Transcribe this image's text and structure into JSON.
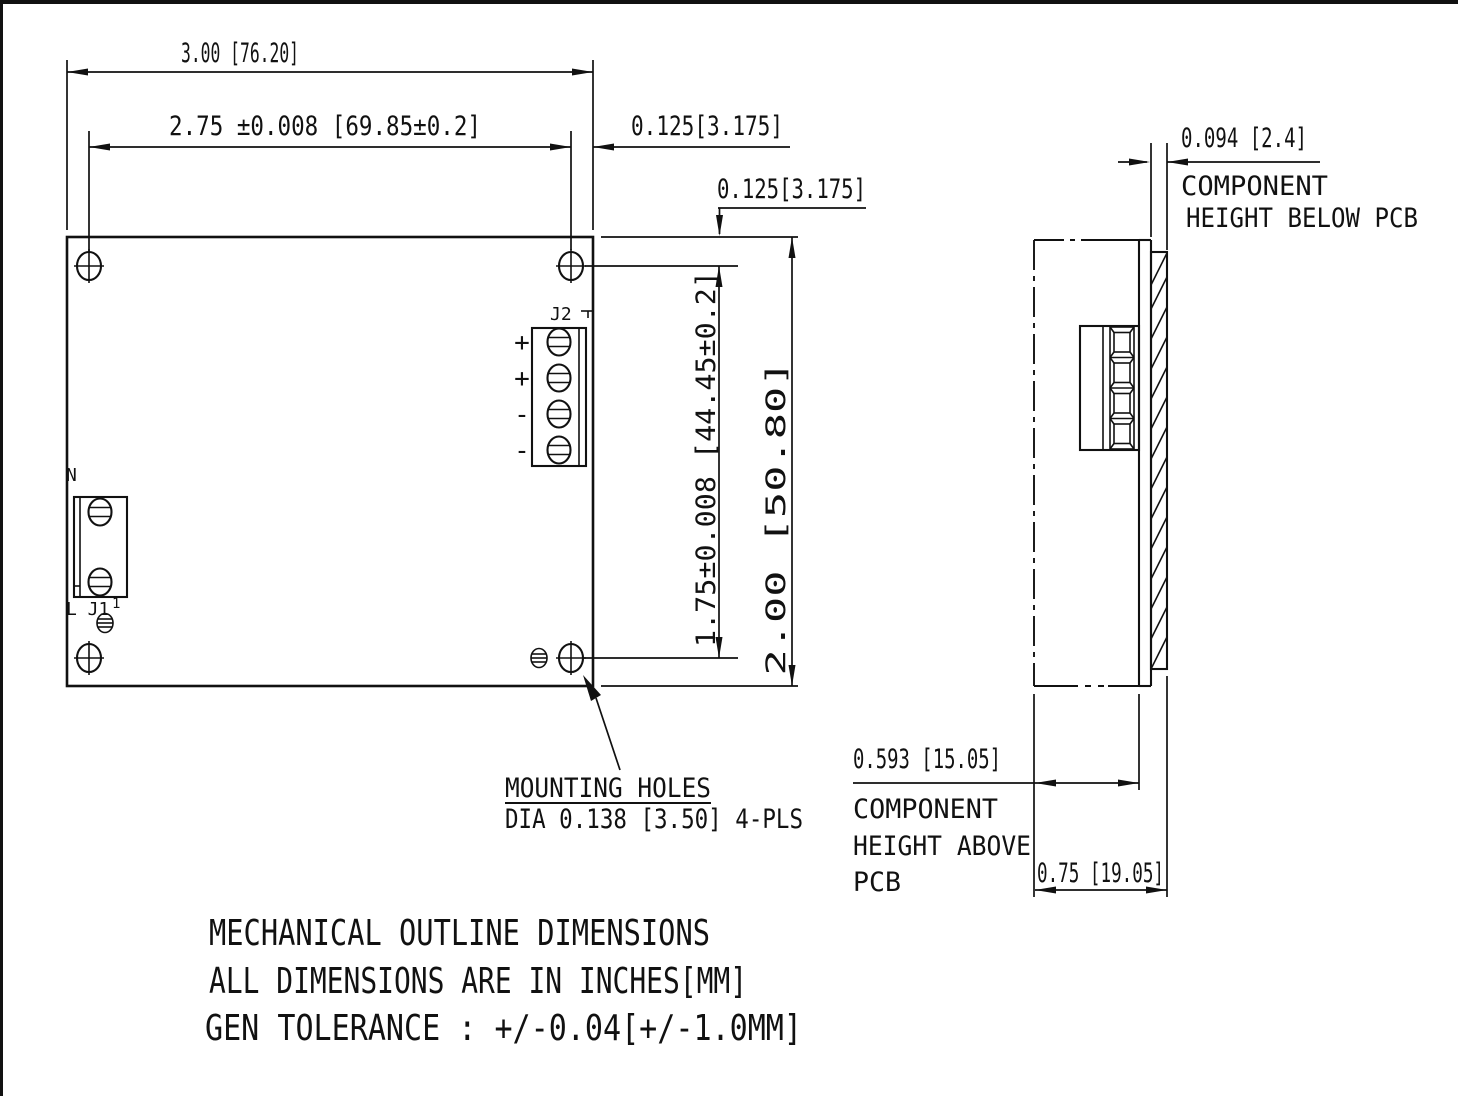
{
  "drawing": {
    "dims": {
      "board_width": "3.00 [76.20]",
      "hole_pitch_x": "2.75 ±0.008 [69.85±0.2]",
      "hole_offset_x": "0.125[3.175]",
      "hole_offset_y": "0.125[3.175]",
      "hole_pitch_y": "1.75±0.008 [44.45±0.2]",
      "board_height": "2.00 [50.80]",
      "below_pcb": "0.094 [2.4]",
      "above_pcb": "0.593 [15.05]",
      "total_height": "0.75 [19.05]"
    },
    "labels": {
      "j2_name": "J2",
      "j1_name": "L J1",
      "j1_line": "N",
      "j1_pin1": "1",
      "plus": "+",
      "minus": "-"
    },
    "callouts": {
      "mounting_title": "MOUNTING HOLES",
      "mounting_spec": "DIA 0.138 [3.50] 4-PLS",
      "below_caption_1": "COMPONENT",
      "below_caption_2": "HEIGHT BELOW PCB",
      "above_caption_1": "COMPONENT",
      "above_caption_2": "HEIGHT ABOVE",
      "above_caption_3": "PCB"
    },
    "notes": [
      "MECHANICAL OUTLINE DIMENSIONS",
      "ALL DIMENSIONS ARE IN INCHES[MM]",
      "GEN TOLERANCE : +/-0.04[+/-1.0MM]"
    ],
    "colors": {
      "ink": "#000000",
      "paper": "#ffffff"
    }
  }
}
